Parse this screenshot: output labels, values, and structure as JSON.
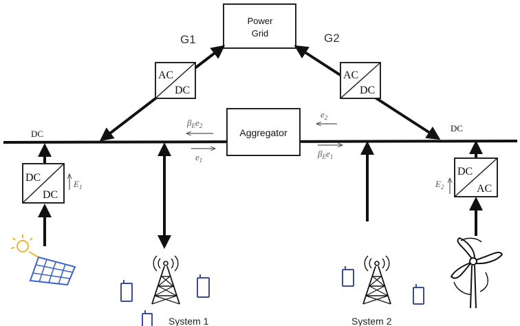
{
  "nodes": {
    "power_grid": {
      "line1": "Power",
      "line2": "Grid"
    },
    "aggregator": {
      "label": "Aggregator"
    },
    "conv_left_top": {
      "top": "AC",
      "bottom": "DC"
    },
    "conv_right_top": {
      "top": "AC",
      "bottom": "DC"
    },
    "conv_left_bottom": {
      "top": "DC",
      "bottom": "DC"
    },
    "conv_right_bottom": {
      "top": "DC",
      "bottom": "AC"
    }
  },
  "labels": {
    "g1": "G1",
    "g2": "G2",
    "dc_left": "DC",
    "dc_right": "DC",
    "flow_beta_e2_sym": "β",
    "flow_beta_e2_sub": "E",
    "flow_beta_e2_var": "e",
    "flow_beta_e2_idx": "2",
    "flow_e1_var": "e",
    "flow_e1_idx": "1",
    "flow_e2_var": "e",
    "flow_e2_idx": "2",
    "flow_beta_e1_sym": "β",
    "flow_beta_e1_sub": "E",
    "flow_beta_e1_var": "e",
    "flow_beta_e1_idx": "1",
    "energy_e1_var": "E",
    "energy_e1_idx": "1",
    "energy_e2_var": "E",
    "energy_e2_idx": "2",
    "system1": "System 1",
    "system2": "System 2"
  },
  "icons": [
    "solar-panel-icon",
    "wind-turbine-icon",
    "cell-tower-icon",
    "mobile-device-icon"
  ],
  "colors": {
    "line": "#111111",
    "box_border": "#222222",
    "solar_sun": "#e4b63a",
    "solar_panel": "#3d63c9",
    "device": "#3b4a9c",
    "label_grey": "#555555"
  }
}
